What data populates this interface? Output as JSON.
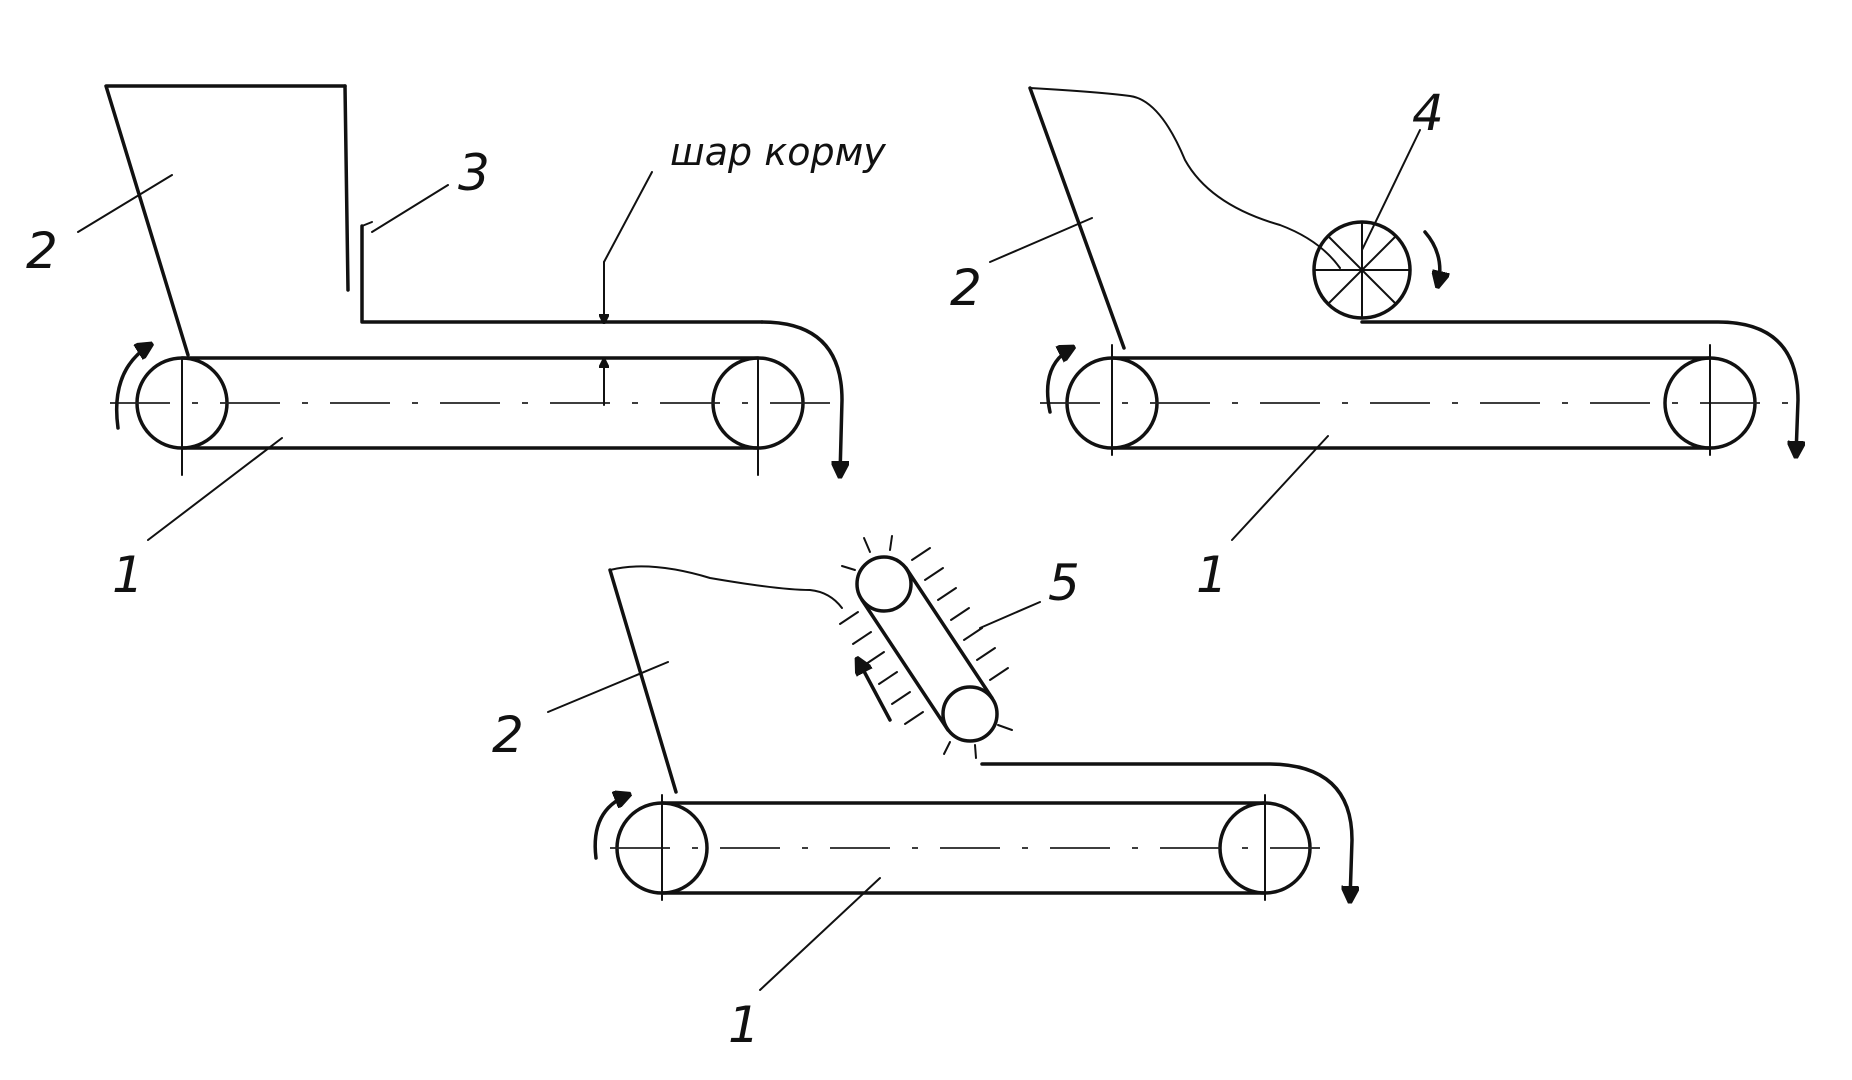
{
  "labels": {
    "belt": "1",
    "hopper": "2",
    "gate": "3",
    "drum": "4",
    "spiked_conveyor": "5",
    "layer_note": "шар корму"
  },
  "colors": {
    "ink": "#111111",
    "paper": "#ffffff"
  }
}
